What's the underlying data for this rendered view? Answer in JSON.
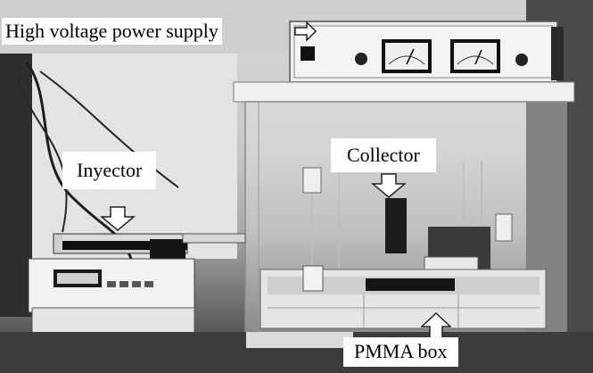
{
  "labels": {
    "power_supply": "High voltage power supply",
    "injector": "Inyector",
    "collector": "Collector",
    "box": "PMMA box"
  },
  "icons": {
    "arrow": "white-arrow-icon",
    "power_supply": "power-supply-icon",
    "syringe_pump": "syringe-pump-icon",
    "collector_plate": "collector-plate-icon",
    "enclosure": "pmma-enclosure-icon"
  },
  "colors": {
    "label_bg": "#ffffff",
    "label_text": "#000000",
    "photo_tone": "grayscale"
  }
}
